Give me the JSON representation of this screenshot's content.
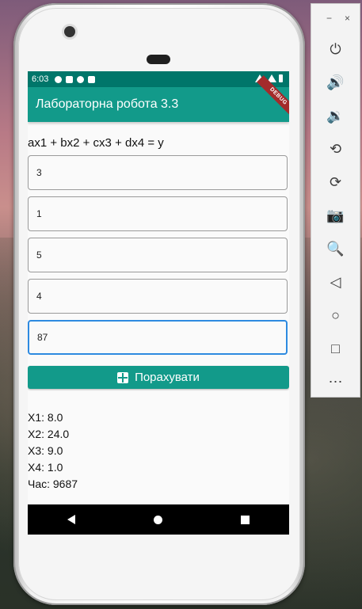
{
  "status_bar": {
    "time": "6:03"
  },
  "app_bar": {
    "title": "Лабораторна робота 3.3",
    "debug_banner": "DEBUG"
  },
  "equation": "ax1 + bx2 + cx3 + dx4 = y",
  "inputs": [
    {
      "value": "3"
    },
    {
      "value": "1"
    },
    {
      "value": "5"
    },
    {
      "value": "4"
    },
    {
      "value": "87"
    }
  ],
  "calculate_button": {
    "label": "Порахувати",
    "icon": "calculator-icon"
  },
  "results": [
    "X1: 8.0",
    "X2: 24.0",
    "X3: 9.0",
    "X4: 1.0",
    "Час: 9687"
  ],
  "emulator_toolbar": {
    "minimize": "−",
    "close": "×",
    "items": [
      "power-icon",
      "volume-up-icon",
      "volume-down-icon",
      "rotate-left-icon",
      "rotate-right-icon",
      "screenshot-icon",
      "zoom-icon",
      "back-icon",
      "home-icon",
      "overview-icon",
      "more-icon"
    ]
  },
  "colors": {
    "app_bar": "#129a8a",
    "status_bar": "#00766a",
    "focus": "#2d8ae0"
  }
}
